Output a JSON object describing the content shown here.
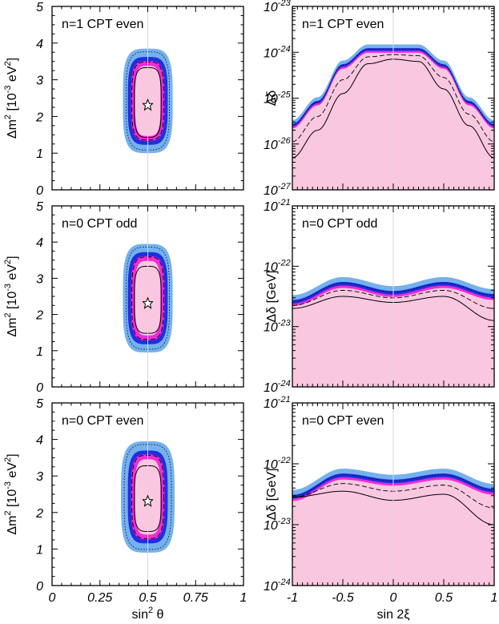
{
  "colors": {
    "band_99": "#74b1ee",
    "band_95": "#1f2ee0",
    "band_90": "#f02cd6",
    "band_68": "#f9c7e0",
    "marker_line": "#d9d9d9"
  },
  "chart_data": [
    {
      "type": "contour",
      "panel": "left-top",
      "annotation": "n=1 CPT even",
      "xlabel": "",
      "ylabel_main": "Δm",
      "ylabel_sup1": "2",
      "ylabel_bracket": "[10",
      "ylabel_exp": "-3",
      "ylabel_unit": "eV",
      "ylabel_sup2": "2",
      "ylabel_close": "]",
      "xlim": [
        0,
        1
      ],
      "ylim": [
        0,
        5
      ],
      "yticks": [
        "0",
        "1",
        "2",
        "3",
        "4",
        "5"
      ],
      "best_fit": {
        "x": 0.5,
        "y": 2.33
      },
      "contours": [
        {
          "level": "outer",
          "x_range": [
            0.37,
            0.63
          ],
          "y_range": [
            1.0,
            3.85
          ]
        },
        {
          "level": "mid",
          "x_range": [
            0.4,
            0.6
          ],
          "y_range": [
            1.25,
            3.6
          ]
        },
        {
          "level": "inner",
          "x_range": [
            0.43,
            0.57
          ],
          "y_range": [
            1.45,
            3.35
          ]
        }
      ]
    },
    {
      "type": "area",
      "panel": "right-top",
      "annotation": "n=1 CPT even",
      "ylabel": "Δδ",
      "xlim": [
        -1,
        1
      ],
      "ylim_exp": [
        -27,
        -23
      ],
      "yscale": "log",
      "yticks_exp": [
        "-27",
        "-26",
        "-25",
        "-24",
        "-23"
      ],
      "x": [
        -1,
        -0.75,
        -0.5,
        -0.25,
        0,
        0.25,
        0.5,
        0.75,
        1
      ],
      "upper_log10": [
        -25.6,
        -25.1,
        -24.3,
        -23.95,
        -23.95,
        -23.95,
        -24.3,
        -25.1,
        -25.6
      ],
      "lower_log10": [
        -26.3,
        -25.7,
        -24.9,
        -24.25,
        -24.15,
        -24.2,
        -24.8,
        -25.6,
        -26.3
      ]
    },
    {
      "type": "contour",
      "panel": "left-mid",
      "annotation": "n=0 CPT odd",
      "ylabel_main": "Δm",
      "ylabel_sup1": "2",
      "ylabel_bracket": "[10",
      "ylabel_exp": "-3",
      "ylabel_unit": "eV",
      "ylabel_sup2": "2",
      "ylabel_close": "]",
      "xlim": [
        0,
        1
      ],
      "ylim": [
        0,
        5
      ],
      "yticks": [
        "0",
        "1",
        "2",
        "3",
        "4",
        "5"
      ],
      "best_fit": {
        "x": 0.5,
        "y": 2.33
      },
      "contours": [
        {
          "level": "outer",
          "x_range": [
            0.37,
            0.63
          ],
          "y_range": [
            0.95,
            3.95
          ]
        },
        {
          "level": "mid",
          "x_range": [
            0.4,
            0.6
          ],
          "y_range": [
            1.2,
            3.7
          ]
        },
        {
          "level": "inner",
          "x_range": [
            0.43,
            0.57
          ],
          "y_range": [
            1.45,
            3.3
          ]
        }
      ]
    },
    {
      "type": "area",
      "panel": "right-mid",
      "annotation": "n=0 CPT odd",
      "ylabel": "Δδ [GeV]",
      "xlim": [
        -1,
        1
      ],
      "ylim_exp": [
        -24,
        -21
      ],
      "yscale": "log",
      "yticks_exp": [
        "-24",
        "-23",
        "-22",
        "-21"
      ],
      "x": [
        -1,
        -0.5,
        0,
        0.5,
        1
      ],
      "upper_log10": [
        -22.6,
        -22.3,
        -22.45,
        -22.3,
        -22.5
      ],
      "lower_log10": [
        -22.7,
        -22.5,
        -22.6,
        -22.5,
        -22.9
      ]
    },
    {
      "type": "contour",
      "panel": "left-bottom",
      "annotation": "n=0 CPT even",
      "xlabel_main": "sin",
      "xlabel_sup": "2",
      "xlabel_var": "θ",
      "ylabel_main": "Δm",
      "ylabel_sup1": "2",
      "ylabel_bracket": "[10",
      "ylabel_exp": "-3",
      "ylabel_unit": "eV",
      "ylabel_sup2": "2",
      "ylabel_close": "]",
      "xlim": [
        0,
        1
      ],
      "ylim": [
        0,
        5
      ],
      "xticks": [
        "0",
        "0.25",
        "0.5",
        "0.75",
        "1"
      ],
      "yticks": [
        "0",
        "1",
        "2",
        "3",
        "4",
        "5"
      ],
      "best_fit": {
        "x": 0.5,
        "y": 2.33
      },
      "contours": [
        {
          "level": "outer",
          "x_range": [
            0.36,
            0.64
          ],
          "y_range": [
            0.9,
            3.95
          ]
        },
        {
          "level": "mid",
          "x_range": [
            0.4,
            0.6
          ],
          "y_range": [
            1.2,
            3.7
          ]
        },
        {
          "level": "inner",
          "x_range": [
            0.43,
            0.57
          ],
          "y_range": [
            1.5,
            3.3
          ]
        }
      ]
    },
    {
      "type": "area",
      "panel": "right-bottom",
      "annotation": "n=0 CPT even",
      "xlabel": "sin 2ξ",
      "ylabel": "Δδ [GeV]",
      "xlim": [
        -1,
        1
      ],
      "ylim_exp": [
        -24,
        -21
      ],
      "yscale": "log",
      "xticks": [
        "-1",
        "-0.5",
        "0",
        "0.5",
        "1"
      ],
      "yticks_exp": [
        "-24",
        "-23",
        "-22",
        "-21"
      ],
      "x": [
        -1,
        -0.5,
        0,
        0.5,
        1
      ],
      "upper_log10": [
        -22.55,
        -22.2,
        -22.3,
        -22.2,
        -22.45
      ],
      "lower_log10": [
        -22.55,
        -22.45,
        -22.6,
        -22.5,
        -23.0
      ]
    }
  ]
}
